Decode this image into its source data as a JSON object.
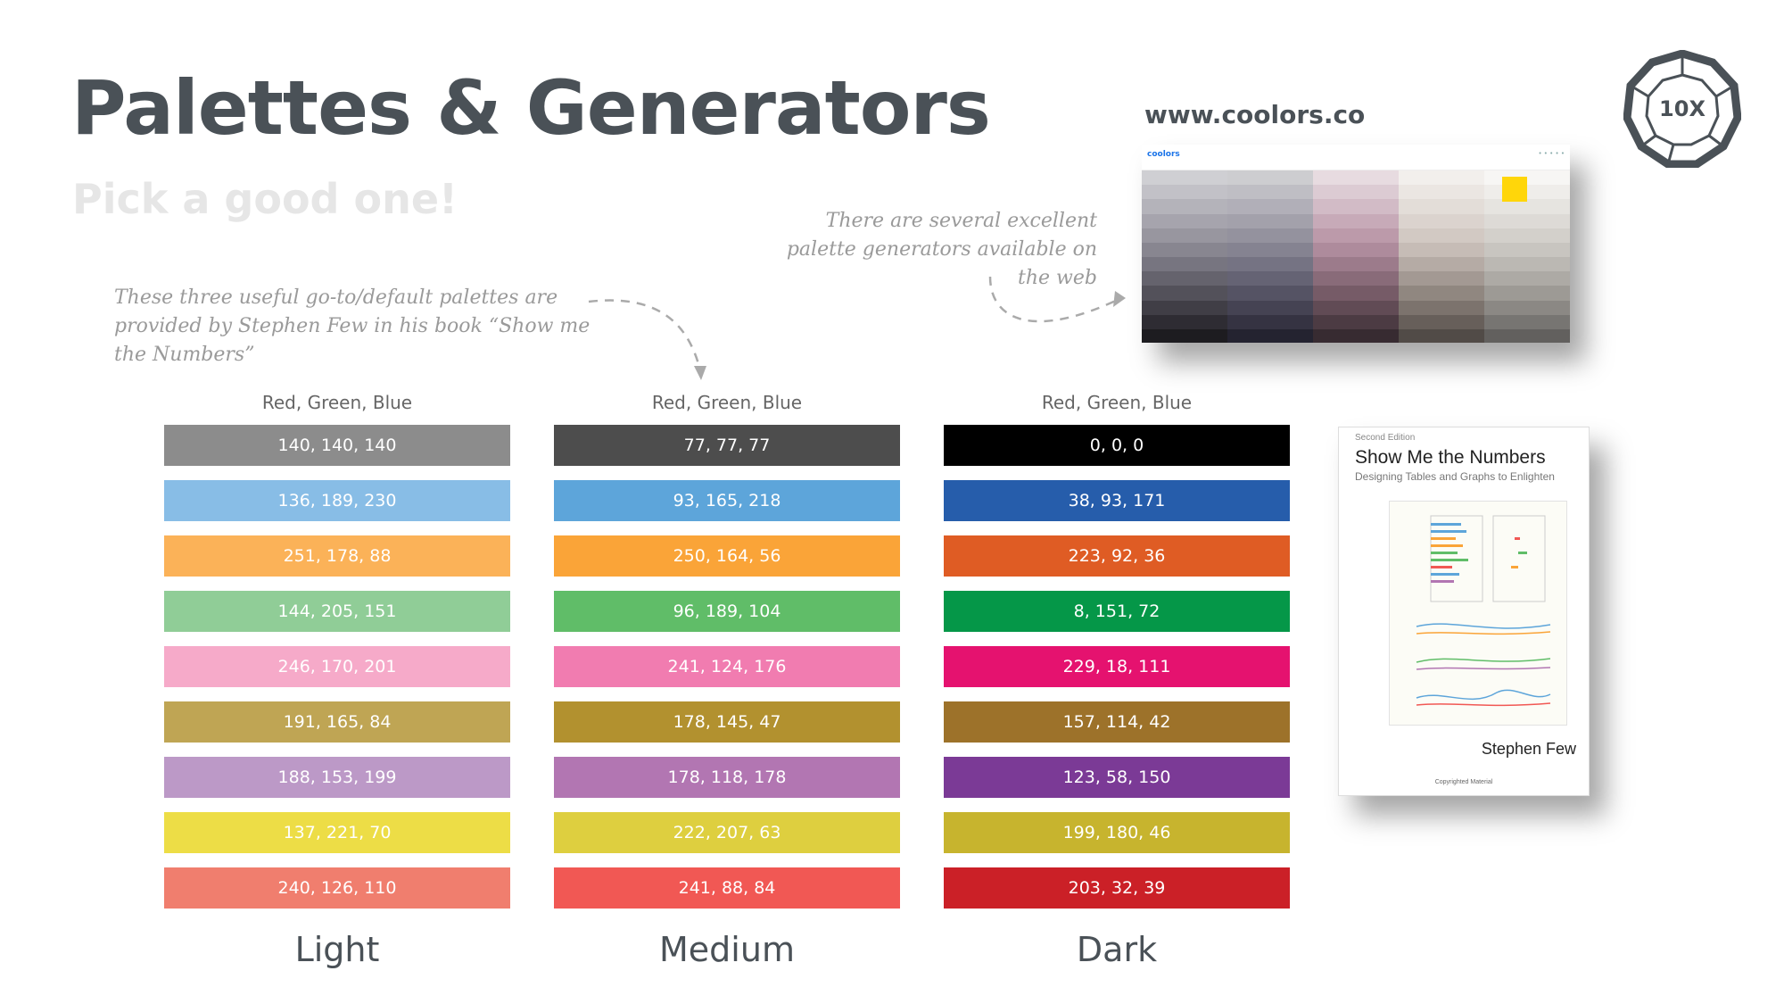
{
  "header": {
    "title": "Palettes & Generators",
    "subtitle": "Pick a good one!",
    "badge": "10X"
  },
  "notes": {
    "stephen_few": "These three useful go-to/default palettes are provided by Stephen Few in his book “Show me the Numbers”",
    "generators": "There are several excellent palette generators available on the web"
  },
  "palettes": [
    {
      "name": "Light",
      "header": "Red, Green, Blue",
      "swatches": [
        {
          "rgb": "140, 140, 140",
          "color": "#8c8c8c"
        },
        {
          "rgb": "136, 189, 230",
          "color": "#88bde6"
        },
        {
          "rgb": "251, 178, 88",
          "color": "#fbb258"
        },
        {
          "rgb": "144, 205, 151",
          "color": "#90cd97"
        },
        {
          "rgb": "246, 170, 201",
          "color": "#f6aac9"
        },
        {
          "rgb": "191, 165, 84",
          "color": "#bfa554"
        },
        {
          "rgb": "188, 153, 199",
          "color": "#bc99c7"
        },
        {
          "rgb": "137, 221, 70",
          "color": "#eddd46"
        },
        {
          "rgb": "240, 126, 110",
          "color": "#f07e6e"
        }
      ]
    },
    {
      "name": "Medium",
      "header": "Red, Green, Blue",
      "swatches": [
        {
          "rgb": "77, 77, 77",
          "color": "#4d4d4d"
        },
        {
          "rgb": "93, 165, 218",
          "color": "#5da5da"
        },
        {
          "rgb": "250, 164, 56",
          "color": "#faa438"
        },
        {
          "rgb": "96, 189, 104",
          "color": "#60bd68"
        },
        {
          "rgb": "241, 124, 176",
          "color": "#f17cb0"
        },
        {
          "rgb": "178, 145, 47",
          "color": "#b2912f"
        },
        {
          "rgb": "178, 118, 178",
          "color": "#b276b2"
        },
        {
          "rgb": "222, 207, 63",
          "color": "#decf3f"
        },
        {
          "rgb": "241, 88, 84",
          "color": "#f15854"
        }
      ]
    },
    {
      "name": "Dark",
      "header": "Red, Green, Blue",
      "swatches": [
        {
          "rgb": "0, 0, 0",
          "color": "#000000"
        },
        {
          "rgb": "38, 93, 171",
          "color": "#265dab"
        },
        {
          "rgb": "223, 92, 36",
          "color": "#df5c24"
        },
        {
          "rgb": "8, 151, 72",
          "color": "#059748"
        },
        {
          "rgb": "229, 18, 111",
          "color": "#e5126f"
        },
        {
          "rgb": "157, 114, 42",
          "color": "#9d722a"
        },
        {
          "rgb": "123, 58, 150",
          "color": "#7b3a96"
        },
        {
          "rgb": "199, 180, 46",
          "color": "#c7b42e"
        },
        {
          "rgb": "203, 32, 39",
          "color": "#cb2027"
        }
      ]
    }
  ],
  "coolors": {
    "url": "www.coolors.co",
    "logo": "coolors",
    "palette_columns": [
      [
        "#cfcfd3",
        "#c2c1c7",
        "#b4b3ba",
        "#a6a4ad",
        "#98969f",
        "#888690",
        "#777580",
        "#65636d",
        "#53515a",
        "#403e46",
        "#2e2c33",
        "#1d1c20"
      ],
      [
        "#cdcdd0",
        "#bfbec4",
        "#b1afb8",
        "#a3a1ab",
        "#94929e",
        "#858391",
        "#757383",
        "#656374",
        "#555364",
        "#454353",
        "#353342",
        "#242330"
      ],
      [
        "#e7dbe0",
        "#dccbd3",
        "#d2bbc6",
        "#c7aab8",
        "#bc9aaa",
        "#ae8b9c",
        "#9c7b8b",
        "#896b79",
        "#765b67",
        "#614b55",
        "#4c3b43",
        "#372b31"
      ],
      [
        "#f2efec",
        "#ebe6e2",
        "#e3ddd8",
        "#dbd3ce",
        "#d2c9c3",
        "#c6bcb6",
        "#b5aba5",
        "#a39993",
        "#908780",
        "#7c736d",
        "#675f5a",
        "#514b47"
      ],
      [
        "#f7f6f4",
        "#efedea",
        "#e6e4e0",
        "#dddad6",
        "#d3d0cb",
        "#c8c5c0",
        "#bbb8b3",
        "#adaaa5",
        "#9d9a95",
        "#8b8884",
        "#777572",
        "#62605e"
      ]
    ]
  },
  "book": {
    "edition": "Second Edition",
    "title": "Show Me the Numbers",
    "subtitle": "Designing Tables and Graphs to Enlighten",
    "author": "Stephen Few",
    "copyright": "Copyrighted Material"
  }
}
